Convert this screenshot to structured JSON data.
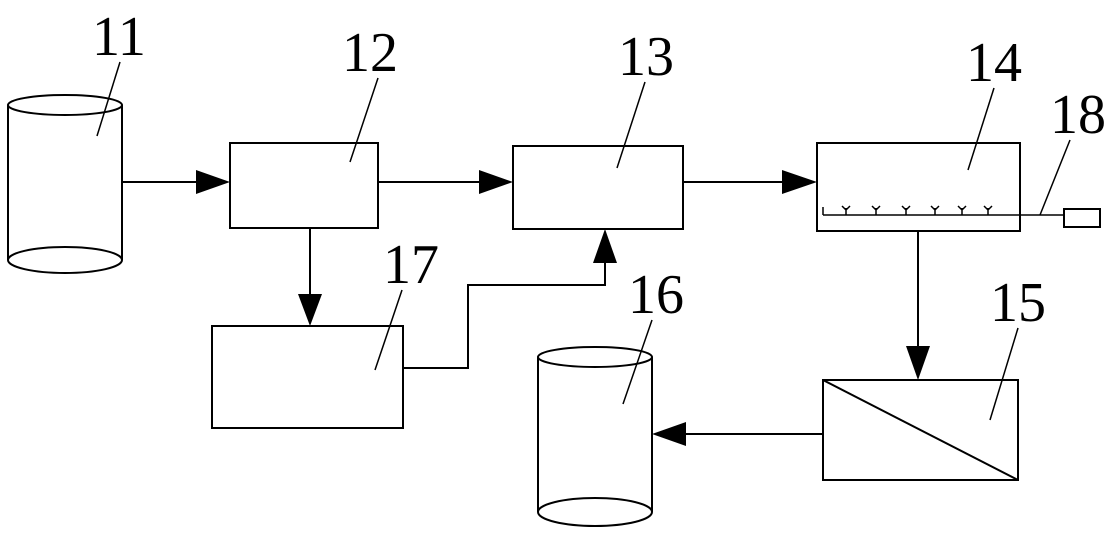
{
  "labels": {
    "n11": "11",
    "n12": "12",
    "n13": "13",
    "n14": "14",
    "n15": "15",
    "n16": "16",
    "n17": "17",
    "n18": "18"
  }
}
